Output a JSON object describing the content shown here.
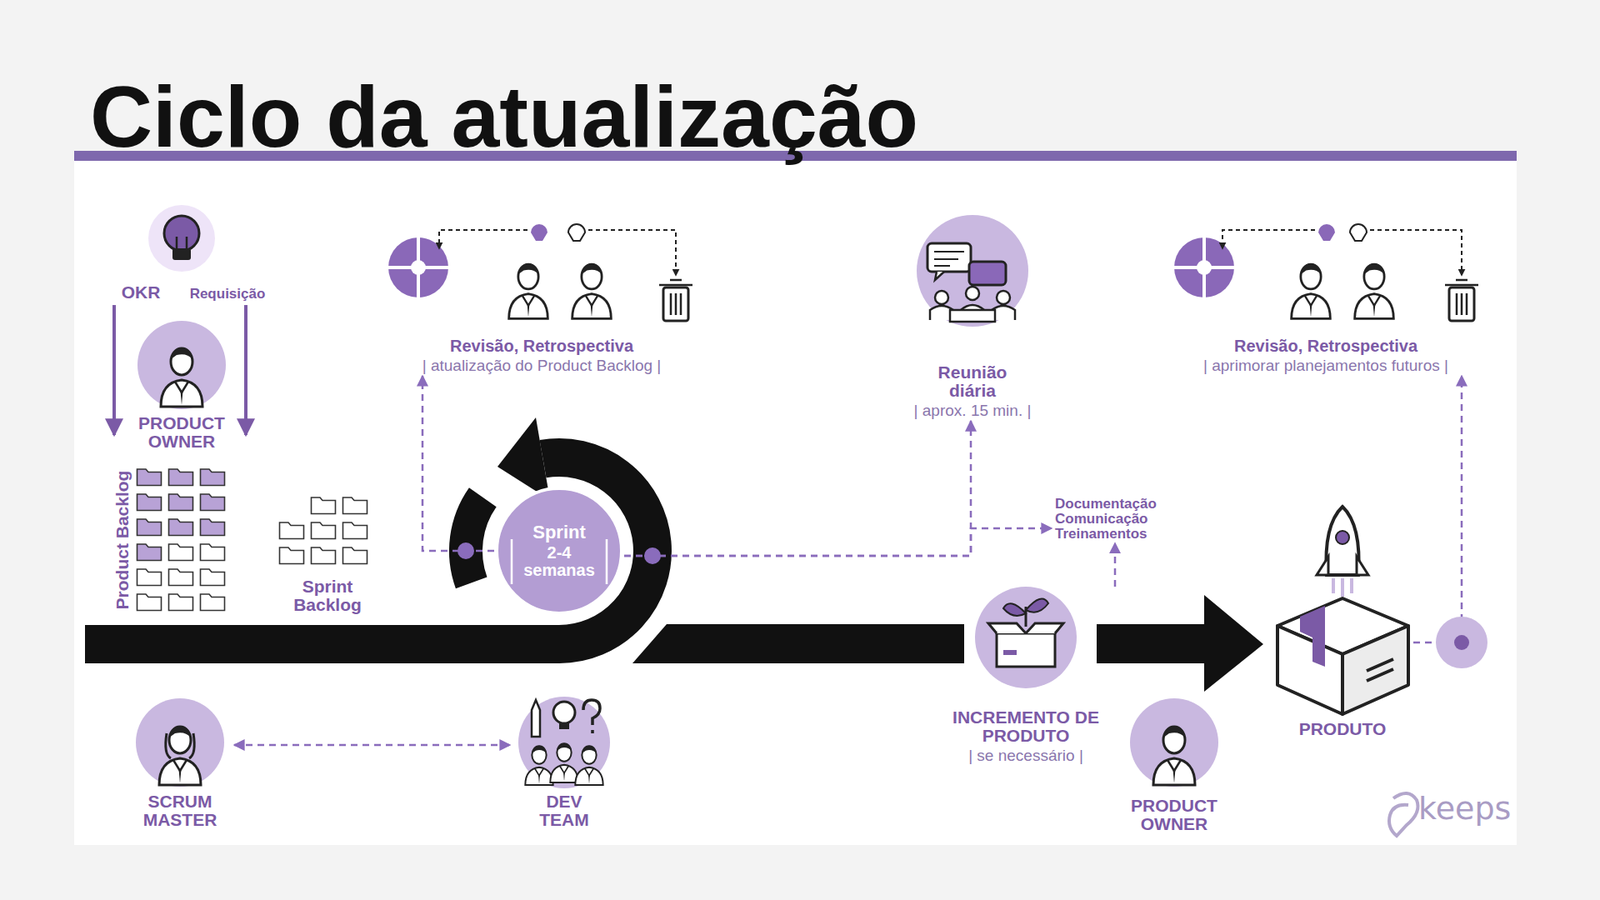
{
  "diagram": {
    "title": "Ciclo da atualização",
    "nodes": [
      {
        "text": [
          "OKR",
          "Requisição"
        ]
      },
      {
        "text": [
          "PRODUCT OWNER"
        ]
      },
      {
        "text": [
          "Product Backlog"
        ]
      },
      {
        "text": [
          "Sprint Backlog"
        ]
      },
      {
        "text": [
          "Revisão, Retrospectiva",
          "| atualização do Product Backlog |"
        ]
      },
      {
        "text": [
          "Sprint",
          "2-4 semanas"
        ]
      },
      {
        "text": [
          "Reunião diária",
          "| aprox. 15 min. |"
        ]
      },
      {
        "text": [
          "Documentação Comunicação Treinamentos"
        ]
      },
      {
        "text": [
          "Revisão, Retrospectiva",
          "| aprimorar planejamentos futuros |"
        ]
      },
      {
        "text": [
          "INCREMENTO DE PRODUTO",
          "| se necessário |"
        ]
      },
      {
        "text": [
          "PRODUCT OWNER"
        ]
      },
      {
        "text": [
          "PRODUTO"
        ]
      },
      {
        "text": [
          "SCRUM MASTER"
        ]
      },
      {
        "text": [
          "DEV TEAM"
        ]
      }
    ],
    "edges": [
      {
        "from": 0,
        "to": 2,
        "arrow": "to"
      },
      {
        "from": 0,
        "to": 2,
        "arrow": "to"
      },
      {
        "from": 12,
        "to": 13,
        "arrow": "both"
      },
      {
        "from": 5,
        "to": 4,
        "arrow": "to"
      },
      {
        "from": 5,
        "to": 6,
        "arrow": "to"
      },
      {
        "from": 5,
        "to": 7,
        "arrow": "to"
      },
      {
        "from": 9,
        "to": 7,
        "arrow": "to"
      },
      {
        "from": 11,
        "to": 8,
        "arrow": "to"
      }
    ],
    "labels": [
      "keeps"
    ]
  }
}
